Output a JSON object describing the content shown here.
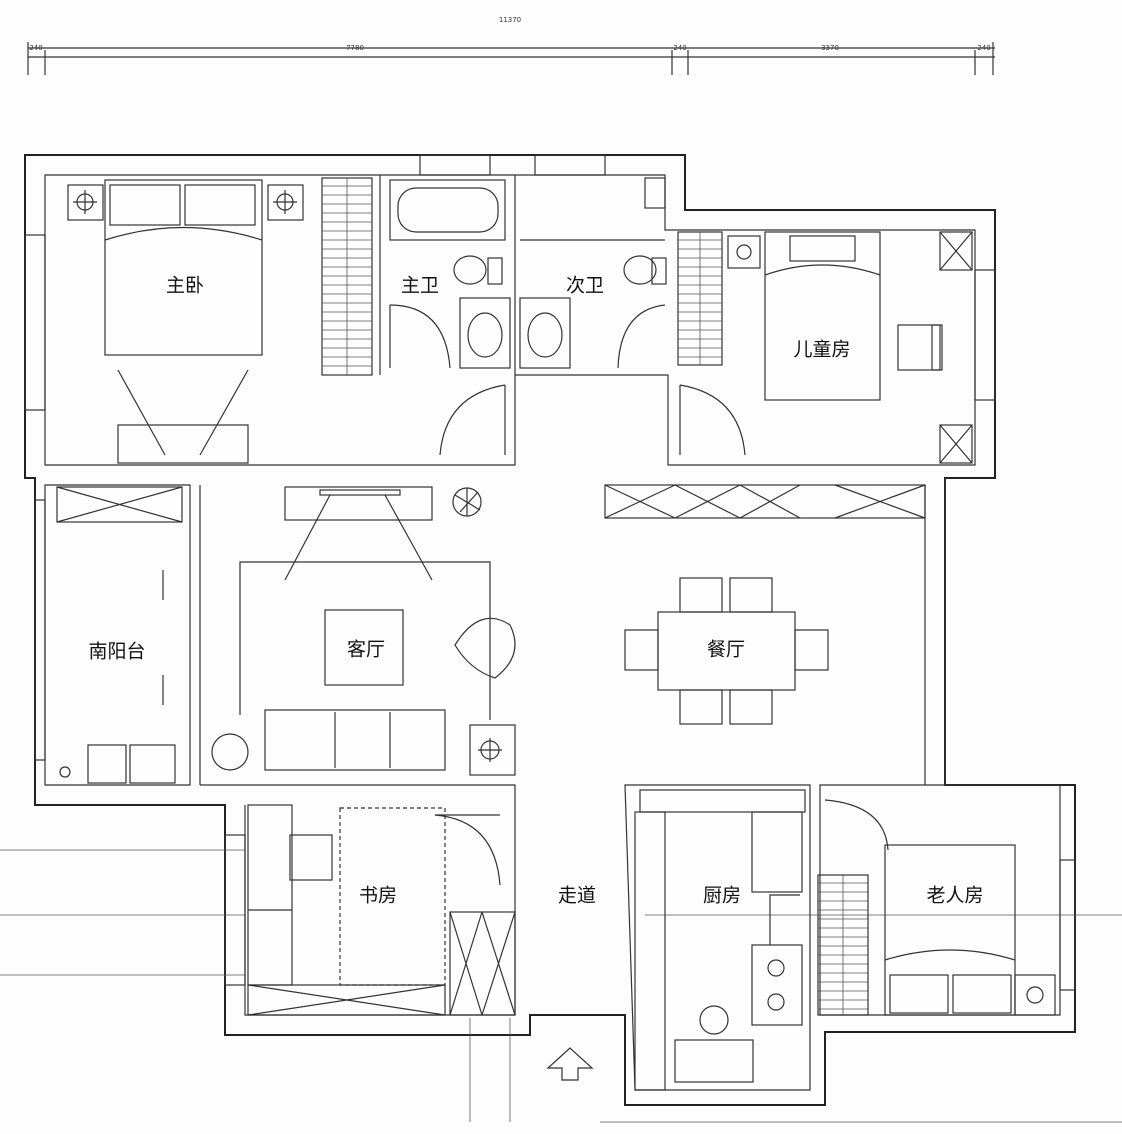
{
  "dimensions": {
    "total": "11370",
    "segments": [
      "240",
      "7780",
      "240",
      "3370",
      "240"
    ]
  },
  "rooms": {
    "master_bedroom": "主卧",
    "master_bath": "主卫",
    "second_bath": "次卫",
    "kids_room": "儿童房",
    "south_balcony": "南阳台",
    "living_room": "客厅",
    "dining_room": "餐厅",
    "study": "书房",
    "corridor": "走道",
    "kitchen": "厨房",
    "elder_room": "老人房"
  },
  "icons": {
    "entrance": "arrow-up-icon",
    "plant": "plant-icon",
    "lamp": "lamp-cross-icon"
  }
}
